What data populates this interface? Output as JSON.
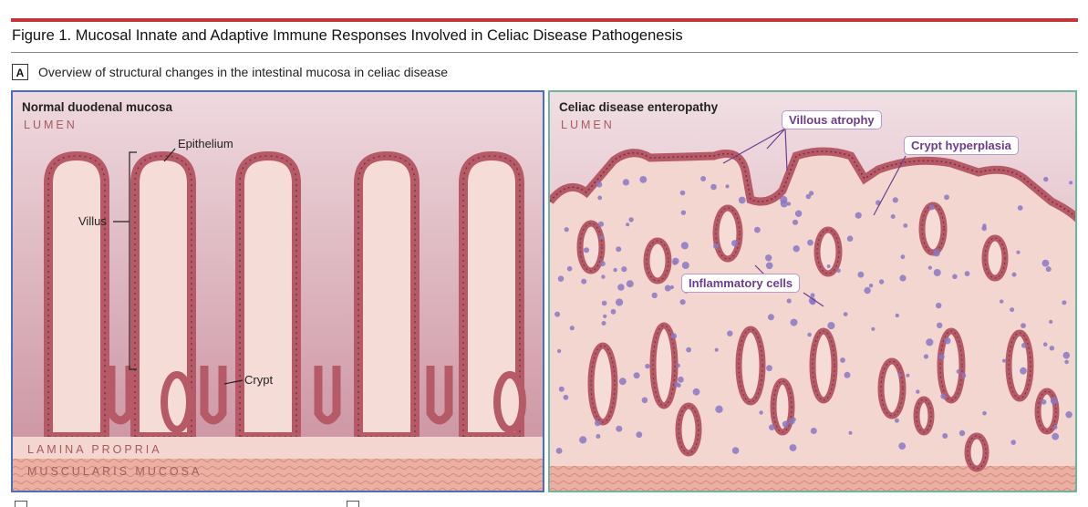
{
  "figure": {
    "title": "Figure 1. Mucosal Innate and Adaptive Immune Responses Involved in Celiac Disease Pathogenesis",
    "accent_color": "#c8343c"
  },
  "panel_a": {
    "label": "A",
    "caption": "Overview of structural changes in the intestinal mucosa in celiac disease"
  },
  "normal": {
    "title": "Normal duodenal mucosa",
    "lumen": "LUMEN",
    "lamina_propria": "LAMINA PROPRIA",
    "muscularis": "MUSCULARIS MUCOSA",
    "labels": {
      "epithelium": "Epithelium",
      "villus": "Villus",
      "crypt": "Crypt"
    },
    "border_color": "#4a6fc2"
  },
  "celiac": {
    "title": "Celiac disease enteropathy",
    "lumen": "LUMEN",
    "callouts": {
      "villous_atrophy": "Villous atrophy",
      "crypt_hyperplasia": "Crypt hyperplasia",
      "inflammatory_cells": "Inflammatory cells"
    },
    "border_color": "#6fb59c"
  },
  "colors": {
    "lumen_bg": "#dcb8c2",
    "lamina": "#f6dcd6",
    "epithelium": "#b55a66",
    "epithelium_dark": "#7a2e3e",
    "muscularis": "#e8a59a",
    "inflammatory_cell": "#8a78c4"
  }
}
